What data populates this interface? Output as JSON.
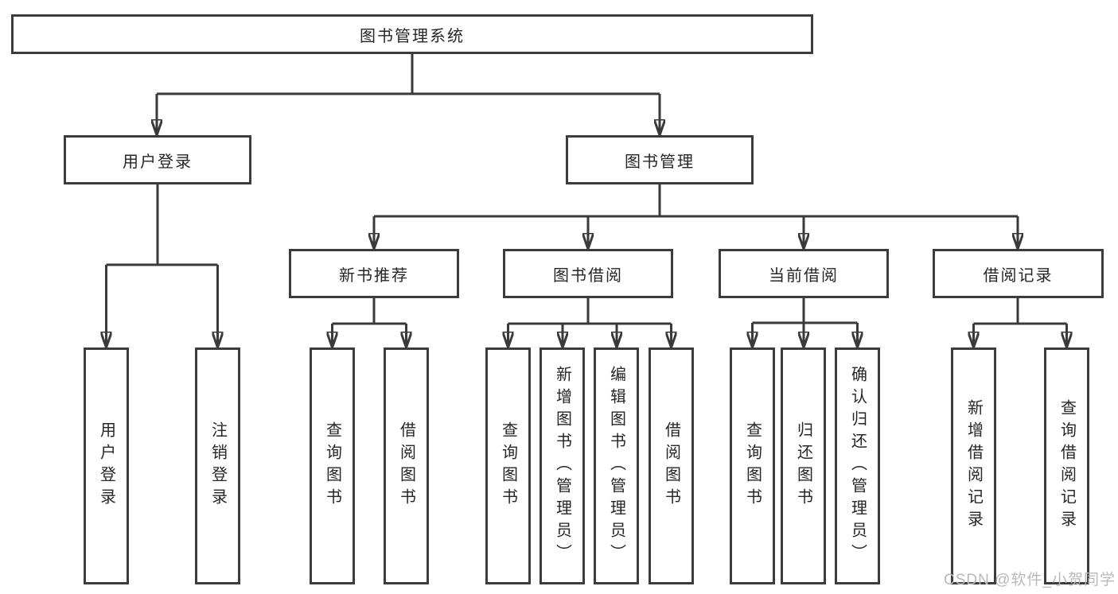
{
  "diagram": {
    "type": "hierarchy-tree",
    "root": "图书管理系统",
    "level2": [
      "用户登录",
      "图书管理"
    ],
    "level3": [
      "新书推荐",
      "图书借阅",
      "当前借阅",
      "借阅记录"
    ],
    "groups": [
      {
        "parent": "用户登录",
        "children": [
          "用户登录",
          "注销登录"
        ]
      },
      {
        "parent": "新书推荐",
        "children": [
          "查询图书",
          "借阅图书"
        ]
      },
      {
        "parent": "图书借阅",
        "children": [
          "查询图书",
          "新增图书（管理员）",
          "编辑图书（管理员）",
          "借阅图书"
        ]
      },
      {
        "parent": "当前借阅",
        "children": [
          "查询图书",
          "归还图书",
          "确认归还（管理员）"
        ]
      },
      {
        "parent": "借阅记录",
        "children": [
          "新增借阅记录",
          "查询借阅记录"
        ]
      }
    ],
    "edges": [
      [
        "图书管理系统",
        "用户登录"
      ],
      [
        "图书管理系统",
        "图书管理"
      ],
      [
        "图书管理",
        "新书推荐"
      ],
      [
        "图书管理",
        "图书借阅"
      ],
      [
        "图书管理",
        "当前借阅"
      ],
      [
        "图书管理",
        "借阅记录"
      ]
    ]
  },
  "watermark": {
    "text": "CSDN @软件_小贺同学"
  },
  "colors": {
    "line": "#3a3a3a",
    "box_border": "#3c3c3c",
    "text": "#262626",
    "watermark": "#b9b9b9",
    "background": "#ffffff"
  }
}
